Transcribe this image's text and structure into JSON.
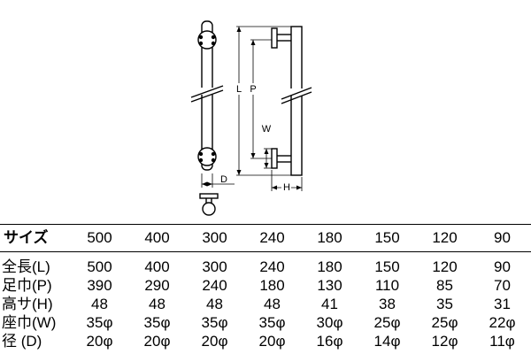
{
  "drawing": {
    "labels": {
      "L": "L",
      "P": "P",
      "W": "W",
      "D": "D",
      "H": "H"
    }
  },
  "table": {
    "header": [
      "サイズ",
      "500",
      "400",
      "300",
      "240",
      "180",
      "150",
      "120",
      "90"
    ],
    "rows": [
      {
        "label": "全長(L)",
        "values": [
          "500",
          "400",
          "300",
          "240",
          "180",
          "150",
          "120",
          "90"
        ]
      },
      {
        "label": "足巾(P)",
        "values": [
          "390",
          "290",
          "240",
          "180",
          "130",
          "110",
          "85",
          "70"
        ]
      },
      {
        "label": "高サ(H)",
        "values": [
          "48",
          "48",
          "48",
          "48",
          "41",
          "38",
          "35",
          "31"
        ]
      },
      {
        "label": "座巾(W)",
        "values": [
          "35φ",
          "35φ",
          "35φ",
          "35φ",
          "30φ",
          "25φ",
          "25φ",
          "22φ"
        ]
      },
      {
        "label": "径 (D)",
        "values": [
          "20φ",
          "20φ",
          "20φ",
          "20φ",
          "16φ",
          "14φ",
          "12φ",
          "11φ"
        ]
      }
    ]
  }
}
